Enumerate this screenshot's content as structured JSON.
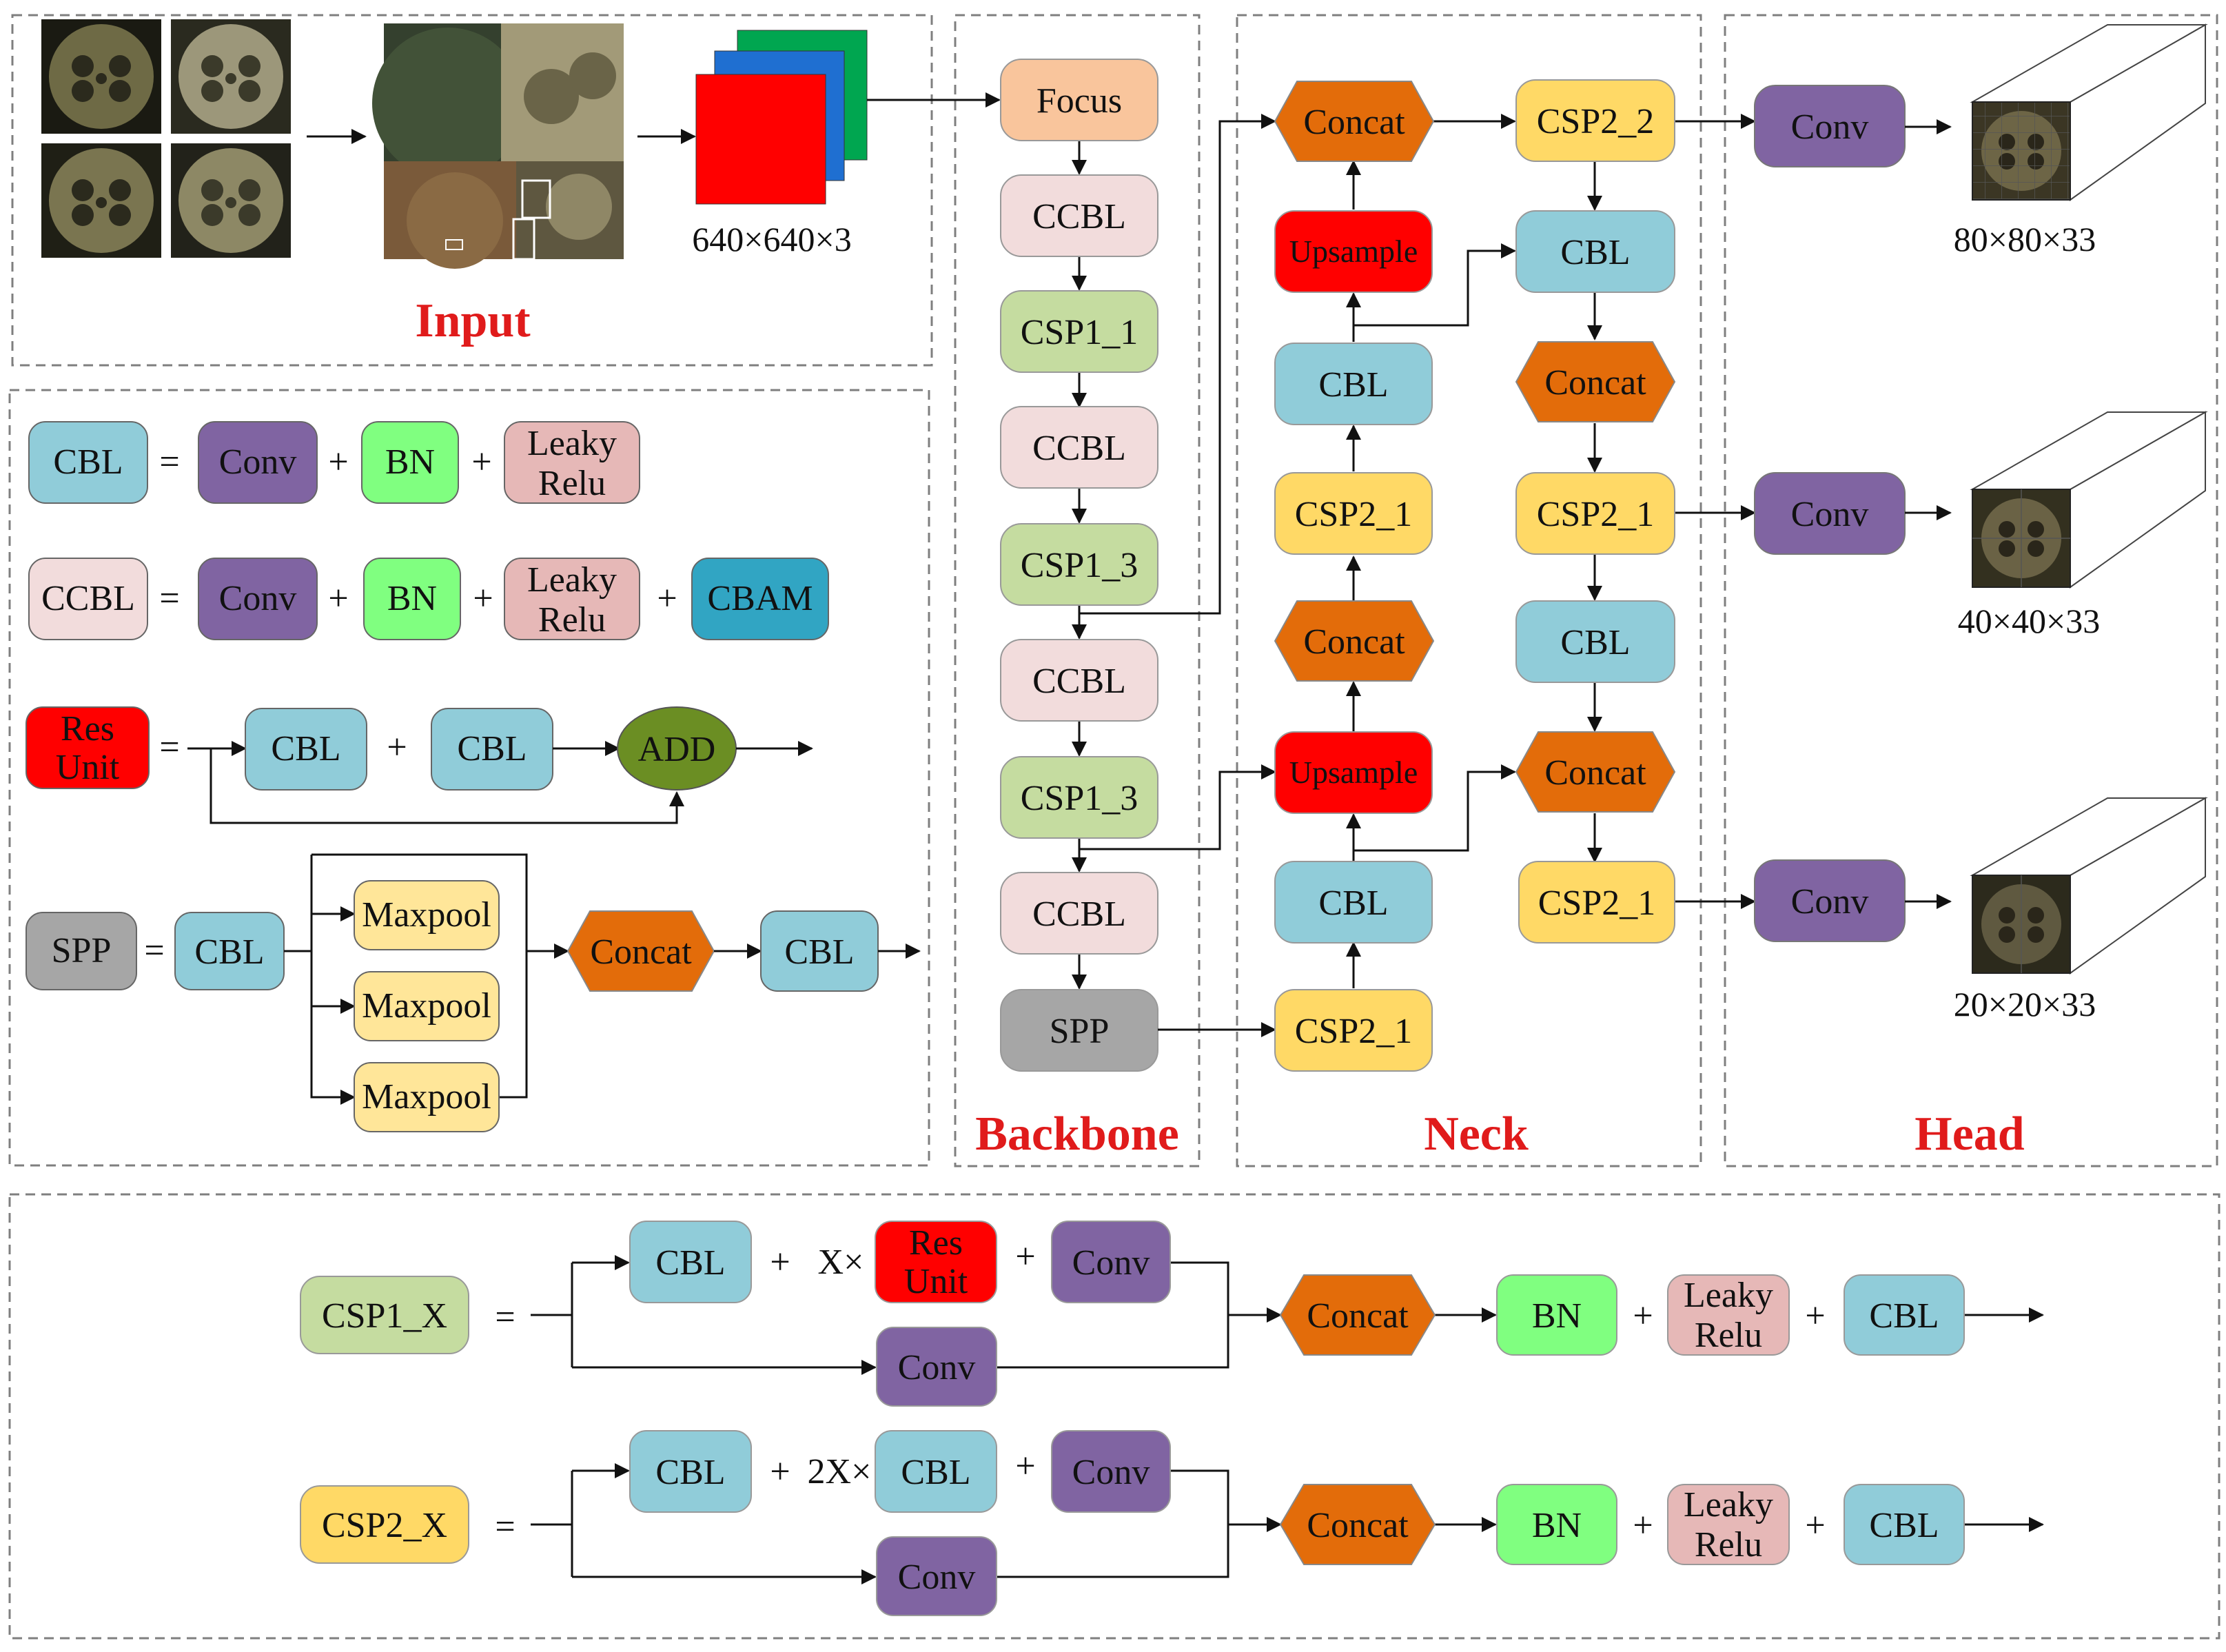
{
  "colors": {
    "cbl": "#90ccd9",
    "ccbl": "#f2dcdc",
    "csp1": "#c5dca0",
    "csp2": "#ffd966",
    "conv": "#8064a2",
    "bn": "#80ff80",
    "leaky": "#e6b8b7",
    "cbam": "#31a5c3",
    "res": "#ff0000",
    "add": "#6b8e23",
    "spp": "#a6a6a6",
    "maxpool": "#ffe699",
    "concat": "#e36c0a",
    "upsample": "#ff0000",
    "focus": "#f9c59c",
    "section_title": "#e01b1b"
  },
  "sections": {
    "input": "Input",
    "backbone": "Backbone",
    "neck": "Neck",
    "head": "Head"
  },
  "input": {
    "size_label": "640×640×3"
  },
  "legend": {
    "equals": "=",
    "plus": "+",
    "cbl": {
      "lhs": "CBL",
      "conv": "Conv",
      "bn": "BN",
      "leaky_line1": "Leaky",
      "leaky_line2": "Relu"
    },
    "ccbl": {
      "lhs": "CCBL",
      "conv": "Conv",
      "bn": "BN",
      "leaky_line1": "Leaky",
      "leaky_line2": "Relu",
      "cbam": "CBAM"
    },
    "res": {
      "lhs_line1": "Res",
      "lhs_line2": "Unit",
      "cbl1": "CBL",
      "cbl2": "CBL",
      "add": "ADD"
    },
    "spp": {
      "lhs": "SPP",
      "cbl": "CBL",
      "maxpool1": "Maxpool",
      "maxpool2": "Maxpool",
      "maxpool3": "Maxpool",
      "concat": "Concat",
      "cbl_out": "CBL"
    }
  },
  "backbone": [
    "Focus",
    "CCBL",
    "CSP1_1",
    "CCBL",
    "CSP1_3",
    "CCBL",
    "CSP1_3",
    "CCBL",
    "SPP"
  ],
  "neck": {
    "concat_top": "Concat",
    "upsample_top": "Upsample",
    "cbl_left": "CBL",
    "csp2_1_a": "CSP2_1",
    "concat_mid": "Concat",
    "upsample_mid": "Upsample",
    "cbl_left2": "CBL",
    "csp2_1_b": "CSP2_1",
    "csp2_2": "CSP2_2",
    "cbl_right": "CBL",
    "concat_right": "Concat",
    "csp2_1_c": "CSP2_1",
    "cbl_right2": "CBL",
    "concat_right2": "Concat",
    "csp2_1_d": "CSP2_1"
  },
  "head": {
    "conv1": "Conv",
    "conv2": "Conv",
    "conv3": "Conv",
    "out1": "80×80×33",
    "out2": "40×40×33",
    "out3": "20×20×33"
  },
  "csp1_def": {
    "lhs": "CSP1_X",
    "equals": "=",
    "cbl": "CBL",
    "plus1": "+",
    "mult": "X×",
    "res_line1": "Res",
    "res_line2": "Unit",
    "plus2": "+",
    "conv_top": "Conv",
    "conv_bottom": "Conv",
    "concat": "Concat",
    "bn": "BN",
    "plus3": "+",
    "leaky_line1": "Leaky",
    "leaky_line2": "Relu",
    "plus4": "+",
    "cbl_out": "CBL"
  },
  "csp2_def": {
    "lhs": "CSP2_X",
    "equals": "=",
    "cbl": "CBL",
    "plus1": "+",
    "mult": "2X×",
    "cbl_mid": "CBL",
    "plus2": "+",
    "conv_top": "Conv",
    "conv_bottom": "Conv",
    "concat": "Concat",
    "bn": "BN",
    "plus3": "+",
    "leaky_line1": "Leaky",
    "leaky_line2": "Relu",
    "plus4": "+",
    "cbl_out": "CBL"
  }
}
